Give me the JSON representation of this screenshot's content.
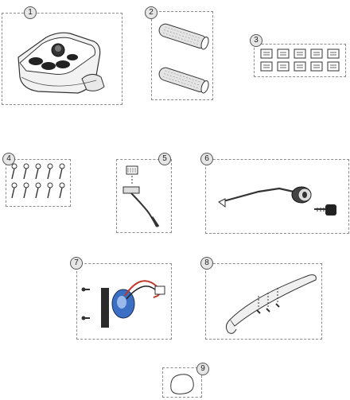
{
  "parts": [
    {
      "number": "1",
      "name": "control-unit"
    },
    {
      "number": "2",
      "name": "grips"
    },
    {
      "number": "3",
      "name": "switch-caps"
    },
    {
      "number": "4",
      "name": "screws"
    },
    {
      "number": "5",
      "name": "cable-connector"
    },
    {
      "number": "6",
      "name": "key-lock"
    },
    {
      "number": "7",
      "name": "joystick-module"
    },
    {
      "number": "8",
      "name": "handle-bar"
    },
    {
      "number": "9",
      "name": "pad"
    }
  ],
  "colors": {
    "accent_blue": "#3a6fc4",
    "wire_red": "#c0392b",
    "line": "#333333",
    "badge_fill": "#e6e6e6"
  }
}
